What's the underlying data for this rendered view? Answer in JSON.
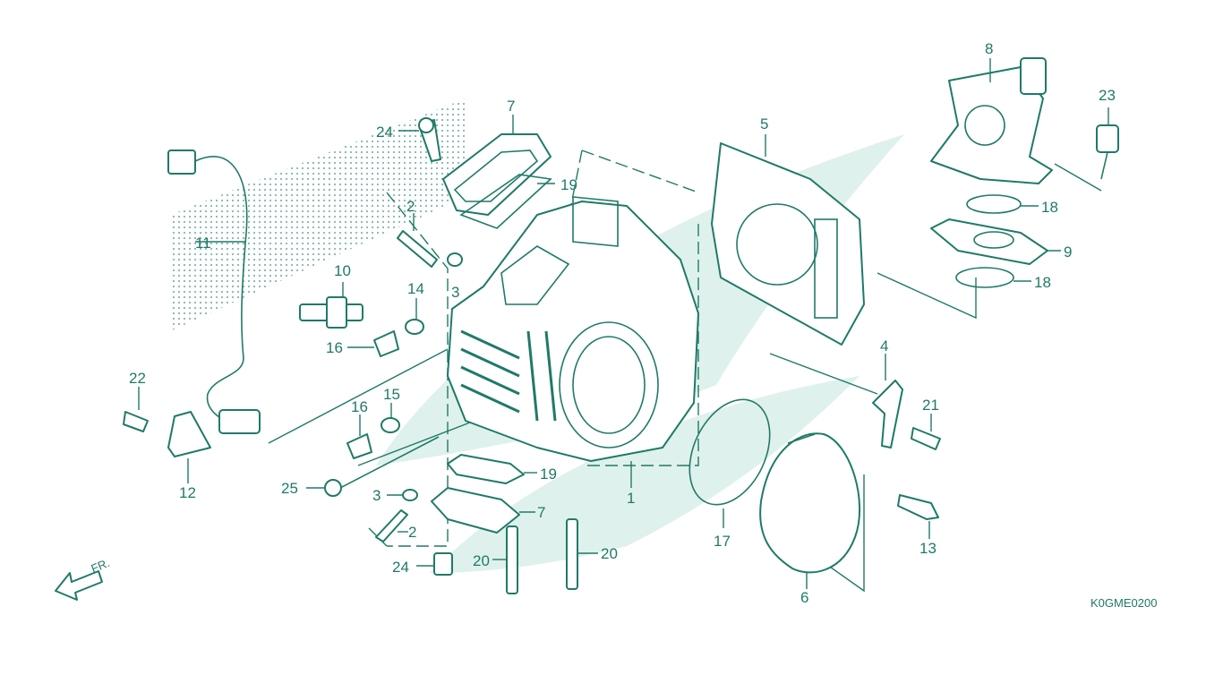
{
  "diagram": {
    "code": "K0GME0200",
    "front_label": "FR.",
    "colors": {
      "ink": "#1f7a68",
      "watermark": "#dff1ec",
      "background": "#ffffff"
    },
    "callouts": [
      {
        "id": "c1",
        "text": "1"
      },
      {
        "id": "c2a",
        "text": "2"
      },
      {
        "id": "c2b",
        "text": "2"
      },
      {
        "id": "c3a",
        "text": "3"
      },
      {
        "id": "c3b",
        "text": "3"
      },
      {
        "id": "c4",
        "text": "4"
      },
      {
        "id": "c5",
        "text": "5"
      },
      {
        "id": "c6",
        "text": "6"
      },
      {
        "id": "c7a",
        "text": "7"
      },
      {
        "id": "c7b",
        "text": "7"
      },
      {
        "id": "c8",
        "text": "8"
      },
      {
        "id": "c9",
        "text": "9"
      },
      {
        "id": "c10",
        "text": "10"
      },
      {
        "id": "c11",
        "text": "11"
      },
      {
        "id": "c12",
        "text": "12"
      },
      {
        "id": "c13",
        "text": "13"
      },
      {
        "id": "c14",
        "text": "14"
      },
      {
        "id": "c15",
        "text": "15"
      },
      {
        "id": "c16a",
        "text": "16"
      },
      {
        "id": "c16b",
        "text": "16"
      },
      {
        "id": "c17",
        "text": "17"
      },
      {
        "id": "c18a",
        "text": "18"
      },
      {
        "id": "c18b",
        "text": "18"
      },
      {
        "id": "c19a",
        "text": "19"
      },
      {
        "id": "c19b",
        "text": "19"
      },
      {
        "id": "c20a",
        "text": "20"
      },
      {
        "id": "c20b",
        "text": "20"
      },
      {
        "id": "c21",
        "text": "21"
      },
      {
        "id": "c22",
        "text": "22"
      },
      {
        "id": "c23",
        "text": "23"
      },
      {
        "id": "c24a",
        "text": "24"
      },
      {
        "id": "c24b",
        "text": "24"
      },
      {
        "id": "c25",
        "text": "25"
      }
    ]
  }
}
